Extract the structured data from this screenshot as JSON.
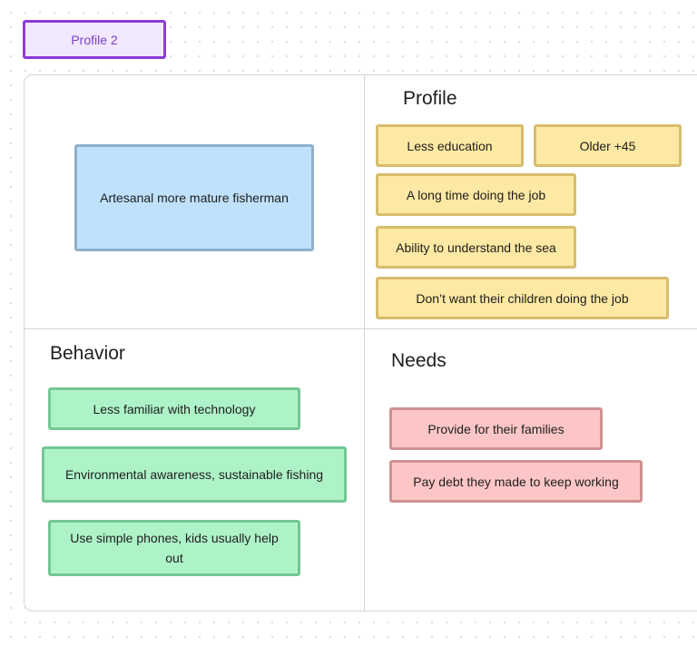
{
  "frame": {
    "label": "Profile 2"
  },
  "quadrants": {
    "persona": {
      "stickies": [
        "Artesanal more mature fisherman"
      ]
    },
    "profile": {
      "title": "Profile",
      "stickies": [
        "Less education",
        "Older +45",
        "A long time doing the job",
        "Ability to understand the sea",
        "Don’t want their children doing the job"
      ]
    },
    "behavior": {
      "title": "Behavior",
      "stickies": [
        "Less familiar with technology",
        "Environmental awareness, sustainable fishing",
        "Use simple phones, kids usually help out"
      ]
    },
    "needs": {
      "title": "Needs",
      "stickies": [
        "Provide for their families",
        "Pay debt they made to keep working"
      ]
    }
  },
  "colors": {
    "frame_accent": "#8b3bd9",
    "persona_note": "#bfe1fb",
    "profile_note": "#fde9a3",
    "behavior_note": "#aef3c8",
    "needs_note": "#fdc6c6"
  }
}
